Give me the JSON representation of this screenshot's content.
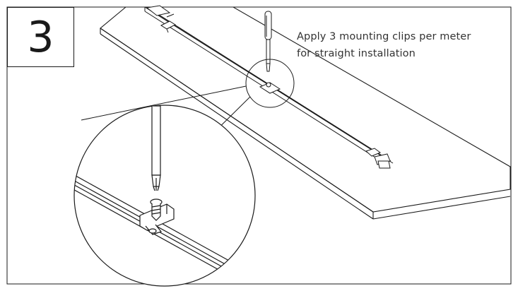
{
  "step": {
    "number": "3"
  },
  "caption": {
    "line1": "Apply 3 mounting clips per meter",
    "line2": "for straight installation"
  },
  "colors": {
    "ink": "#1a1a1a",
    "text": "#333333",
    "paper": "#ffffff"
  }
}
